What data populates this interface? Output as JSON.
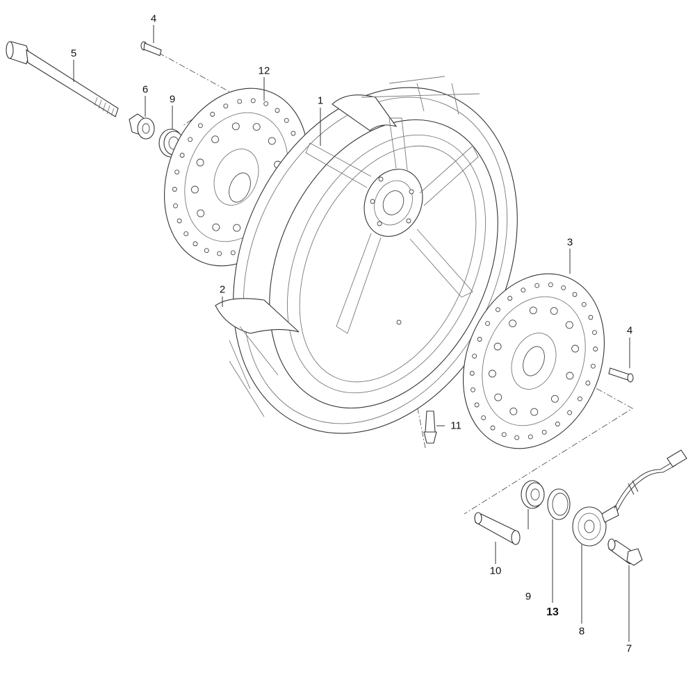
{
  "diagram": {
    "callouts": [
      {
        "id": "c1",
        "label": "1"
      },
      {
        "id": "c2",
        "label": "2"
      },
      {
        "id": "c3",
        "label": "3"
      },
      {
        "id": "c4a",
        "label": "4"
      },
      {
        "id": "c4b",
        "label": "4"
      },
      {
        "id": "c5",
        "label": "5"
      },
      {
        "id": "c6",
        "label": "6"
      },
      {
        "id": "c7",
        "label": "7"
      },
      {
        "id": "c8",
        "label": "8"
      },
      {
        "id": "c9a",
        "label": "9"
      },
      {
        "id": "c9b",
        "label": "9"
      },
      {
        "id": "c10",
        "label": "10"
      },
      {
        "id": "c11",
        "label": "11"
      },
      {
        "id": "c12",
        "label": "12"
      },
      {
        "id": "c13",
        "label": "13"
      }
    ]
  }
}
